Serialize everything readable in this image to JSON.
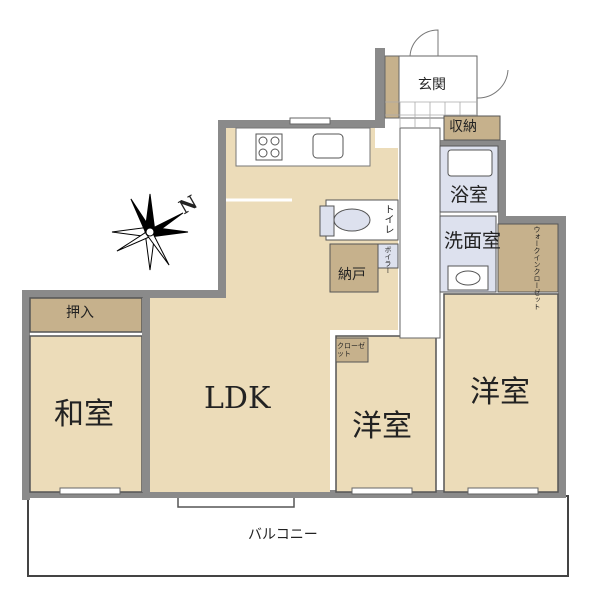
{
  "compass": {
    "north_label": "N"
  },
  "rooms": {
    "ldk": "LDK",
    "washitsu": "和室",
    "oshiire": "押入",
    "yoshitsu_center": "洋室",
    "yoshitsu_right": "洋室",
    "genkan": "玄関",
    "shuno": "収納",
    "yokushitsu": "浴室",
    "senmenshitsu": "洗面室",
    "nando": "納戸",
    "toilet": "トイレ",
    "boiler": "ボイラー",
    "closet": "クローゼット",
    "walkin": "ウォークインクローゼット",
    "balcony": "バルコニー"
  },
  "colors": {
    "wall": "#8a8a8a",
    "floor": "#ecdcb9",
    "storage": "#c6b18c",
    "wet": "#dde1ee",
    "line": "#444444"
  }
}
